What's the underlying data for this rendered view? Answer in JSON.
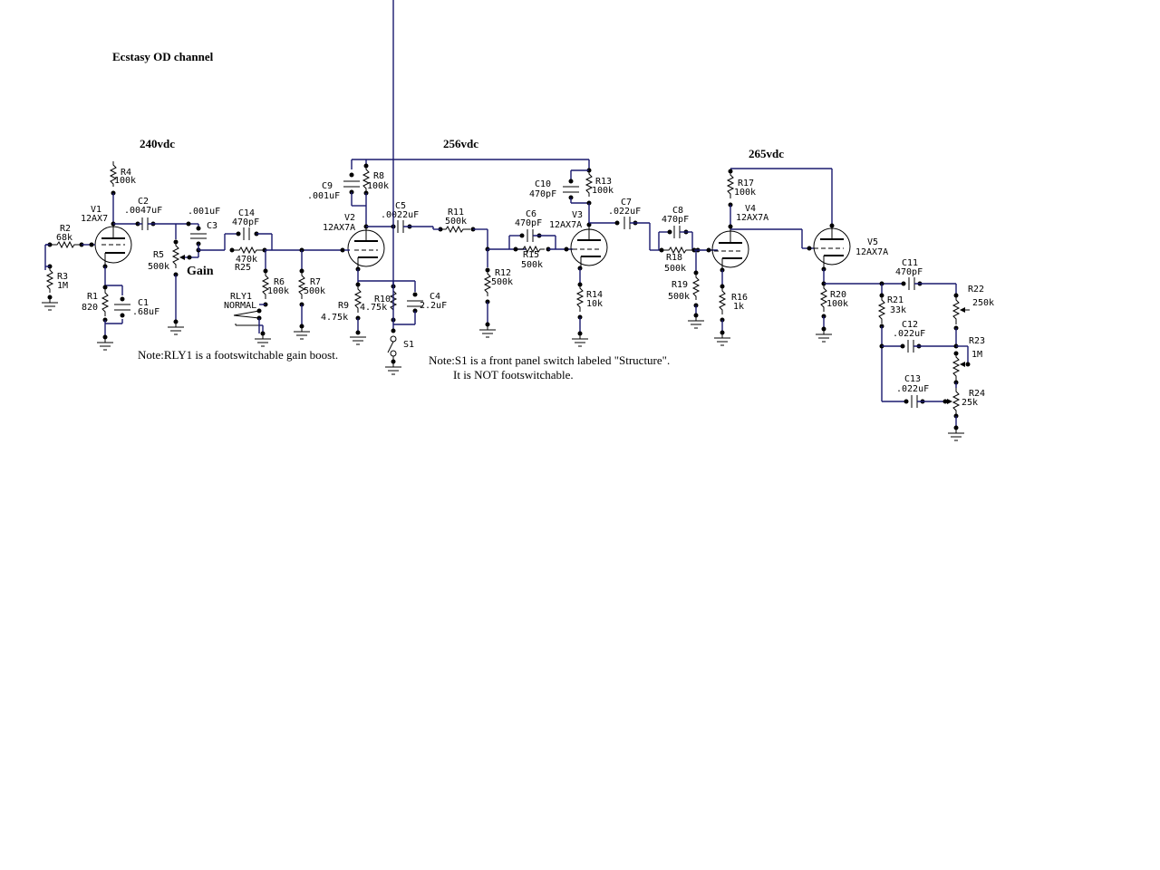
{
  "title": "Ecstasy OD channel",
  "supplies": [
    {
      "id": "b1",
      "label": "240vdc"
    },
    {
      "id": "b2",
      "label": "256vdc"
    },
    {
      "id": "b3",
      "label": "265vdc"
    }
  ],
  "tubes": {
    "V1": {
      "ref": "V1",
      "type": "12AX7"
    },
    "V2": {
      "ref": "V2",
      "type": "12AX7A"
    },
    "V3": {
      "ref": "V3",
      "type": "12AX7A"
    },
    "V4": {
      "ref": "V4",
      "type": "12AX7A"
    },
    "V5": {
      "ref": "V5",
      "type": "12AX7A"
    }
  },
  "resistors": {
    "R1": {
      "ref": "R1",
      "value": "820"
    },
    "R2": {
      "ref": "R2",
      "value": "68k"
    },
    "R3": {
      "ref": "R3",
      "value": "1M"
    },
    "R4": {
      "ref": "R4",
      "value": "100k"
    },
    "R5": {
      "ref": "R5",
      "value": "500k"
    },
    "R6": {
      "ref": "R6",
      "value": "100k"
    },
    "R7": {
      "ref": "R7",
      "value": "500k"
    },
    "R8": {
      "ref": "R8",
      "value": "100k"
    },
    "R9": {
      "ref": "R9",
      "value": "4.75k"
    },
    "R10": {
      "ref": "R10",
      "value": "4.75k"
    },
    "R11": {
      "ref": "R11",
      "value": "500k"
    },
    "R12": {
      "ref": "R12",
      "value": "500k"
    },
    "R13": {
      "ref": "R13",
      "value": "100k"
    },
    "R14": {
      "ref": "R14",
      "value": "10k"
    },
    "R15": {
      "ref": "R15",
      "value": "500k"
    },
    "R16": {
      "ref": "R16",
      "value": "1k"
    },
    "R17": {
      "ref": "R17",
      "value": "100k"
    },
    "R18": {
      "ref": "R18",
      "value": "500k"
    },
    "R19": {
      "ref": "R19",
      "value": "500k"
    },
    "R20": {
      "ref": "R20",
      "value": "100k"
    },
    "R21": {
      "ref": "R21",
      "value": "33k"
    },
    "R22": {
      "ref": "R22",
      "value": "250k"
    },
    "R23": {
      "ref": "R23",
      "value": "1M"
    },
    "R24": {
      "ref": "R24",
      "value": "25k"
    },
    "R25": {
      "ref": "R25",
      "value": "470k"
    }
  },
  "capacitors": {
    "C1": {
      "ref": "C1",
      "value": ".68uF"
    },
    "C2": {
      "ref": "C2",
      "value": ".0047uF"
    },
    "C3": {
      "ref": "C3",
      "value": ".001uF"
    },
    "C4": {
      "ref": "C4",
      "value": "2.2uF"
    },
    "C5": {
      "ref": "C5",
      "value": ".0022uF"
    },
    "C6": {
      "ref": "C6",
      "value": "470pF"
    },
    "C7": {
      "ref": "C7",
      "value": ".022uF"
    },
    "C8": {
      "ref": "C8",
      "value": "470pF"
    },
    "C9": {
      "ref": "C9",
      "value": ".001uF"
    },
    "C10": {
      "ref": "C10",
      "value": "470pF"
    },
    "C11": {
      "ref": "C11",
      "value": "470pF"
    },
    "C12": {
      "ref": "C12",
      "value": ".022uF"
    },
    "C13": {
      "ref": "C13",
      "value": ".022uF"
    },
    "C14": {
      "ref": "C14",
      "value": "470pF"
    }
  },
  "controls": {
    "gain_label": "Gain",
    "relay": {
      "ref": "RLY1",
      "state": "NORMAL"
    },
    "switch": {
      "ref": "S1"
    }
  },
  "notes": {
    "rly1": "Note:RLY1 is a footswitchable gain boost.",
    "s1_line1": "Note:S1 is a front panel switch labeled \"Structure\".",
    "s1_line2": "It is NOT footswitchable."
  }
}
